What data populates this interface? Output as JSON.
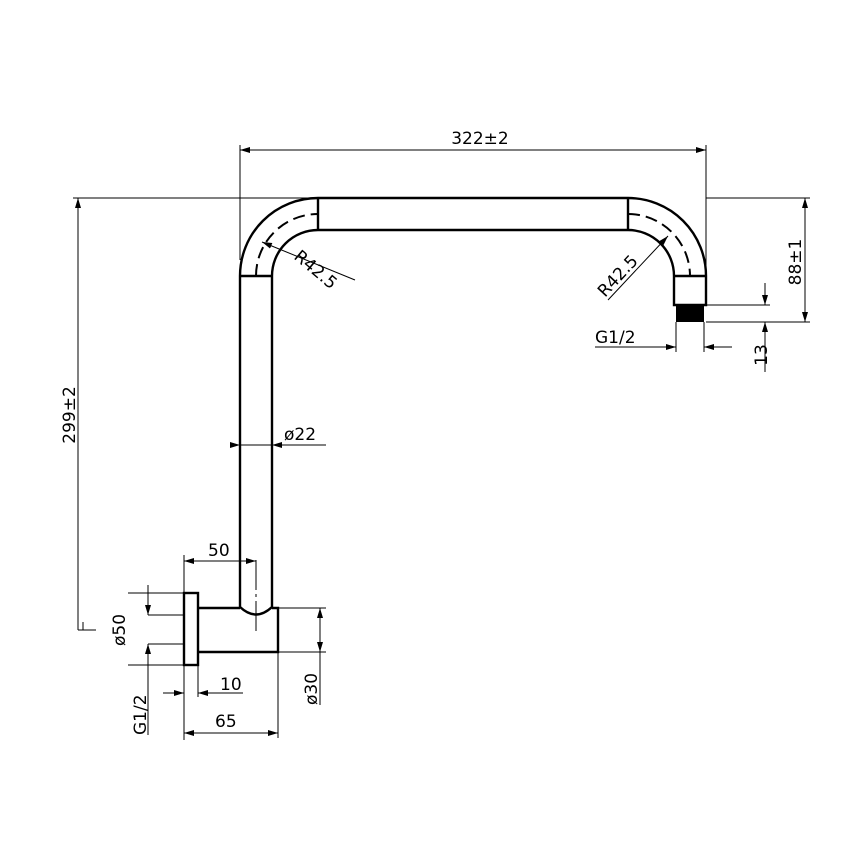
{
  "dimensions": {
    "overall_width": "322±2",
    "overall_height": "299±2",
    "outlet_height": "88±1",
    "thread_length": "13",
    "radius_left": "R42.5",
    "radius_right": "R42.5",
    "pipe_diameter": "ø22",
    "outlet_thread": "G1/2",
    "inlet_thread": "G1/2",
    "axis_offset": "50",
    "flange_diameter": "ø50",
    "flange_thickness": "10",
    "body_diameter": "ø30",
    "body_length": "65"
  }
}
